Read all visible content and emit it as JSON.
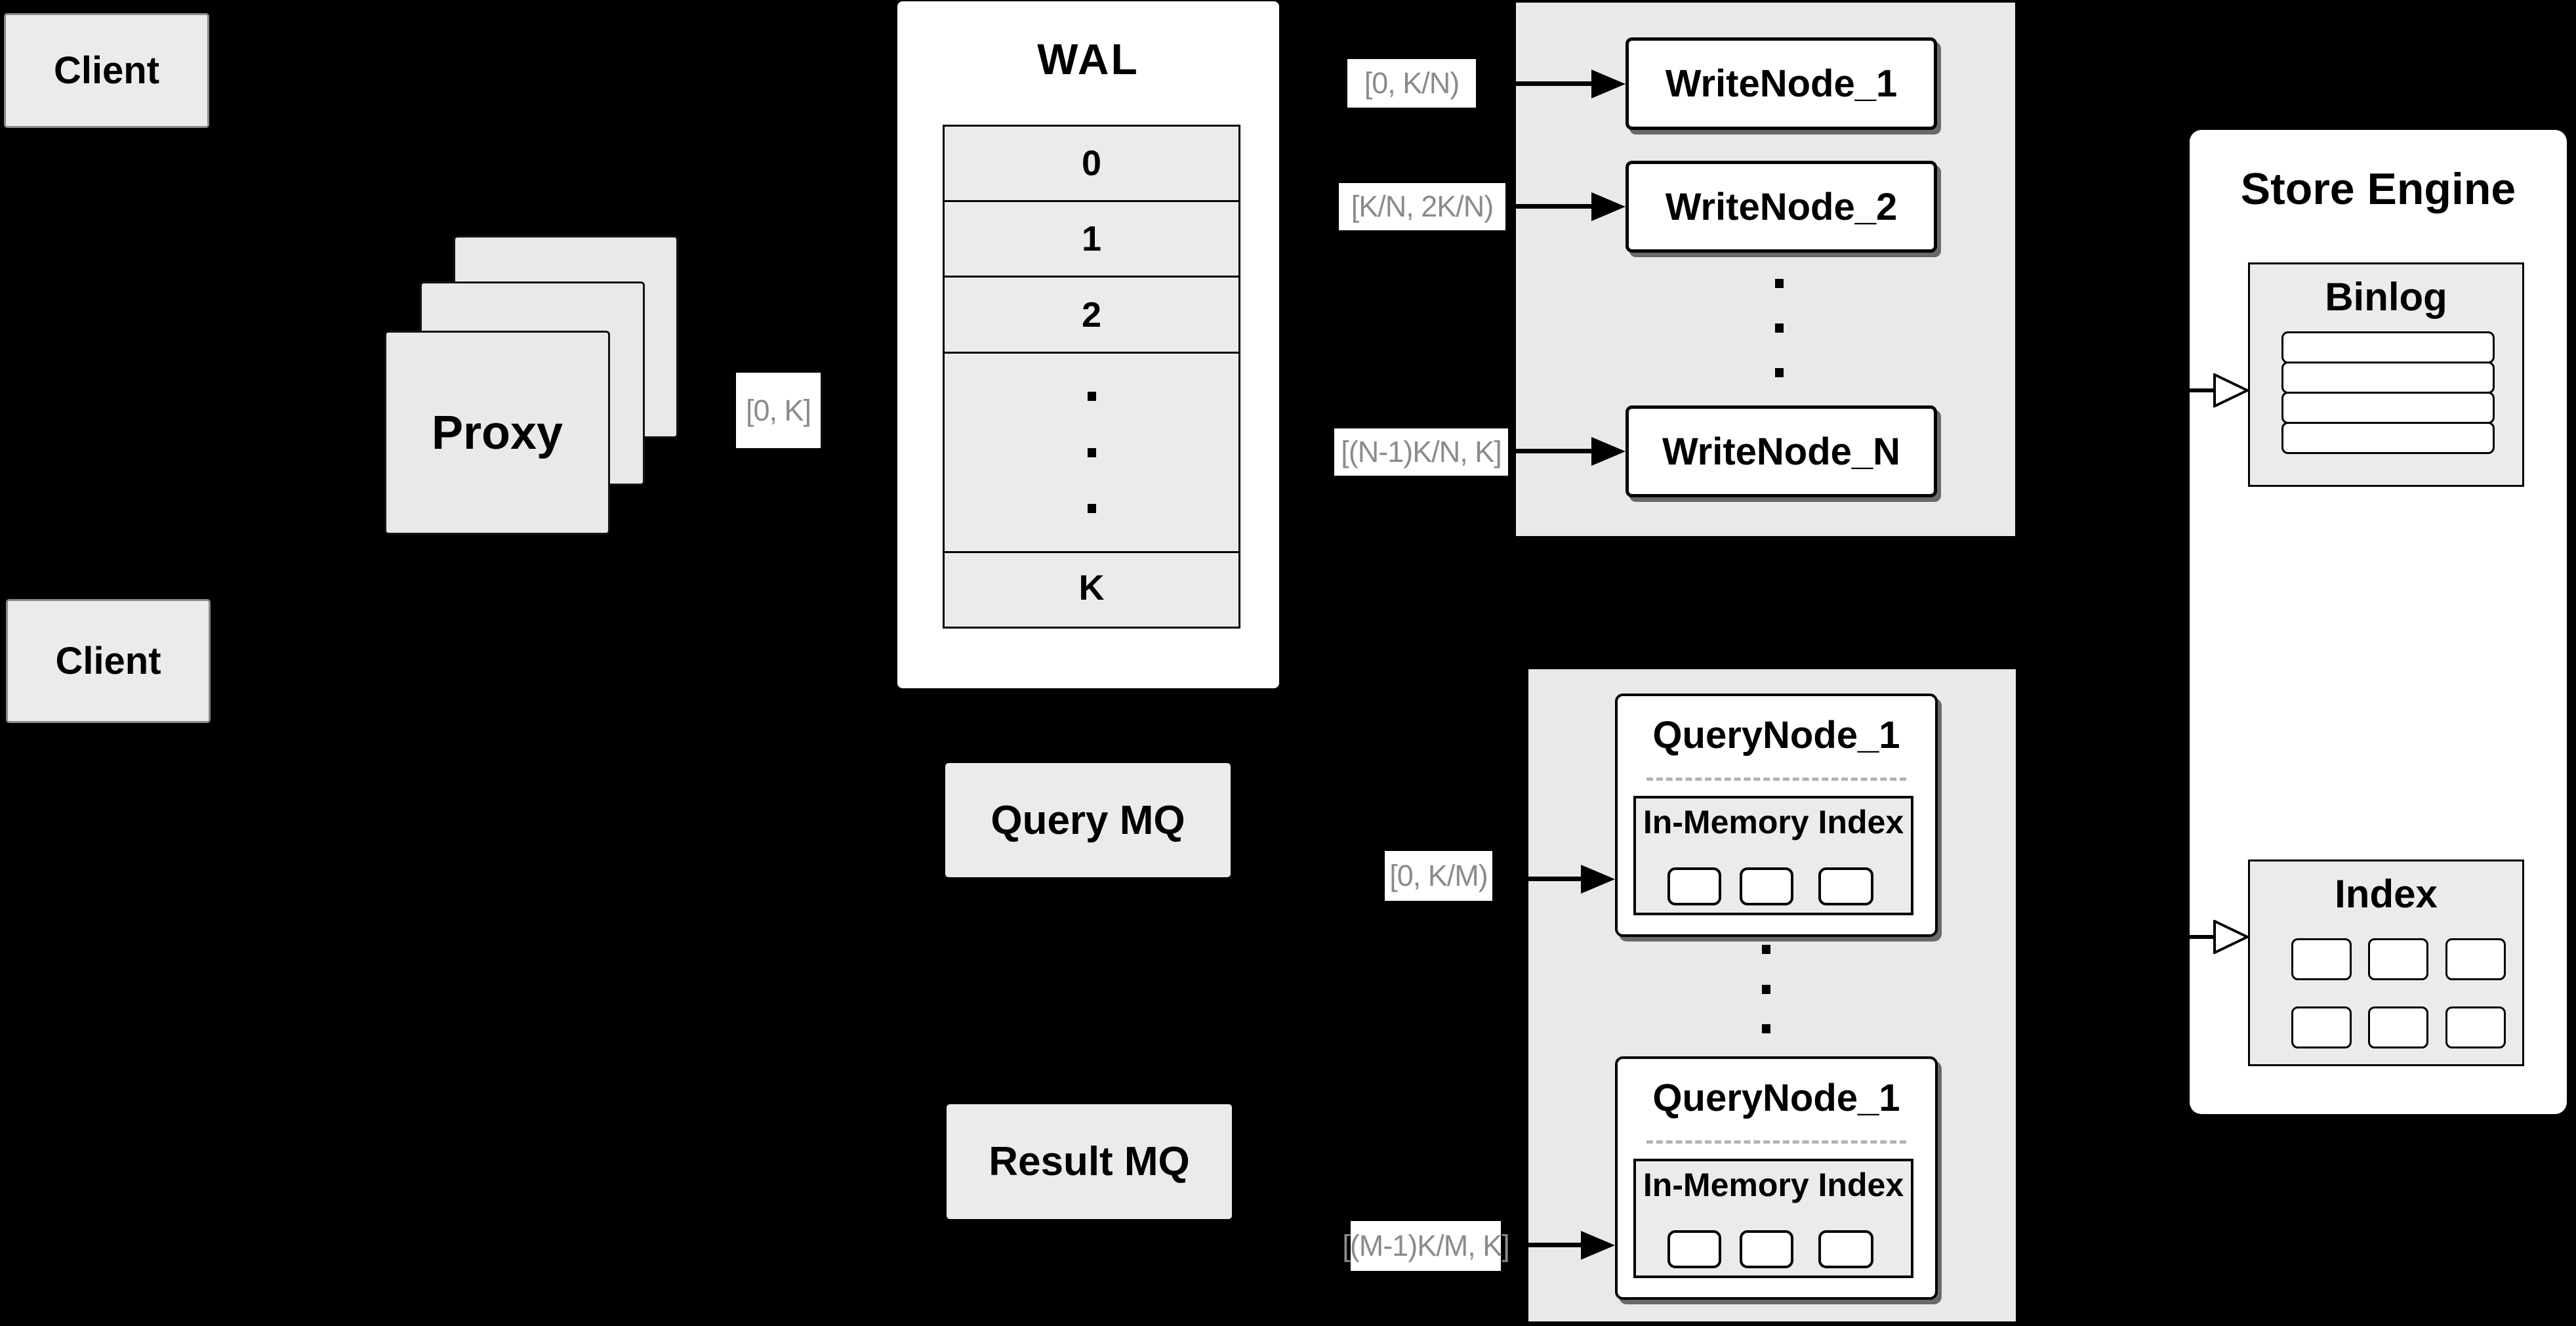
{
  "colors": {
    "background": "#000000",
    "panel_light": "#ebebeb",
    "panel_white": "#ffffff",
    "border": "#000000",
    "range_label_text": "#8b8b8b"
  },
  "clients": {
    "top": "Client",
    "bottom": "Client"
  },
  "proxy": {
    "label": "Proxy"
  },
  "range_labels": {
    "proxy_out": "[0, K]",
    "write_1": "[0, K/N)",
    "write_2": "[K/N, 2K/N)",
    "write_n": "[(N-1)K/N, K]",
    "query_1": "[0, K/M)",
    "query_m": "[(M-1)K/M, K]"
  },
  "wal": {
    "title": "WAL",
    "rows": [
      "0",
      "1",
      "2",
      "K"
    ]
  },
  "write_group": {
    "nodes": [
      "WriteNode_1",
      "WriteNode_2",
      "WriteNode_N"
    ]
  },
  "store_engine": {
    "title": "Store Engine",
    "binlog_title": "Binlog",
    "index_title": "Index"
  },
  "mq": {
    "query": "Query MQ",
    "result": "Result MQ"
  },
  "query_group": {
    "node_top": {
      "title": "QueryNode_1",
      "inner_title": "In-Memory Index"
    },
    "node_bottom": {
      "title": "QueryNode_1",
      "inner_title": "In-Memory Index"
    }
  }
}
